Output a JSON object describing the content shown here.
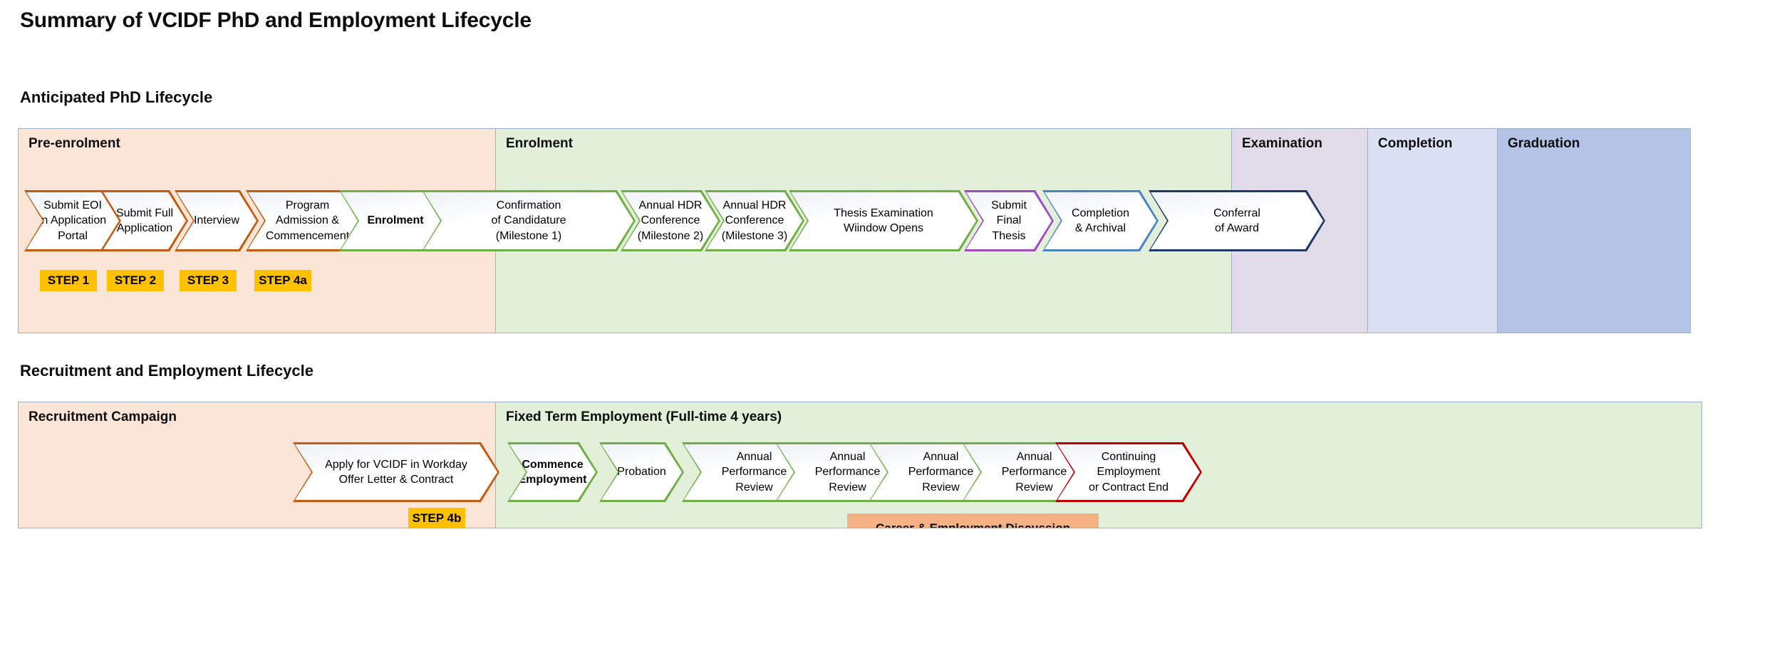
{
  "page": {
    "title": "Summary of VCIDF PhD and Employment Lifecycle"
  },
  "colors": {
    "preenrolment_band": "#fbe5d6",
    "enrolment_band": "#e2efd9",
    "examination_band": "#e2dcea",
    "completion_band": "#dbe1f3",
    "graduation_band": "#b4c4e7",
    "orange_chevron": "#c55a11",
    "green_chevron": "#70ad47",
    "purple_chevron": "#9e4bbe",
    "blue_chevron": "#4a82c4",
    "navy_chevron": "#1f3864",
    "red_chevron": "#c00000",
    "step_badge": "#ffc000",
    "callout": "#f4b183",
    "frame_border": "#9fb0c9"
  },
  "phd_lifecycle": {
    "heading": "Anticipated PhD Lifecycle",
    "bands": [
      {
        "label": "Pre-enrolment",
        "color_key": "preenrolment_band"
      },
      {
        "label": "Enrolment",
        "color_key": "enrolment_band"
      },
      {
        "label": "Examination",
        "color_key": "examination_band"
      },
      {
        "label": "Completion",
        "color_key": "completion_band"
      },
      {
        "label": "Graduation",
        "color_key": "graduation_band"
      }
    ],
    "steps": [
      {
        "lines": [
          "Submit EOI",
          "in Application",
          "Portal"
        ],
        "bold": false,
        "border": "orange_chevron"
      },
      {
        "lines": [
          "Submit Full",
          "Application"
        ],
        "bold": false,
        "border": "orange_chevron"
      },
      {
        "lines": [
          "Interview"
        ],
        "bold": false,
        "border": "orange_chevron"
      },
      {
        "lines": [
          "Program",
          "Admission &",
          "Commencement"
        ],
        "bold": false,
        "border": "orange_chevron"
      },
      {
        "lines": [
          "Enrolment"
        ],
        "bold": true,
        "border": "green_chevron"
      },
      {
        "lines": [
          "Confirmation",
          "of Candidature",
          "(Milestone 1)"
        ],
        "bold": false,
        "border": "green_chevron"
      },
      {
        "lines": [
          "Annual HDR",
          "Conference",
          "(Milestone 2)"
        ],
        "bold": false,
        "border": "green_chevron"
      },
      {
        "lines": [
          "Annual HDR",
          "Conference",
          "(Milestone 3)"
        ],
        "bold": false,
        "border": "green_chevron"
      },
      {
        "lines": [
          "Thesis Examination",
          "Wiindow Opens"
        ],
        "bold": false,
        "border": "green_chevron"
      },
      {
        "lines": [
          "Submit",
          "Final",
          "Thesis"
        ],
        "bold": false,
        "border": "purple_chevron"
      },
      {
        "lines": [
          "Completion",
          "& Archival"
        ],
        "bold": false,
        "border": "blue_chevron"
      },
      {
        "lines": [
          "Conferral",
          "of Award"
        ],
        "bold": false,
        "border": "navy_chevron"
      }
    ],
    "step_badges": [
      {
        "label": "STEP 1"
      },
      {
        "label": "STEP 2"
      },
      {
        "label": "STEP 3"
      },
      {
        "label": "STEP 4a"
      }
    ]
  },
  "employment_lifecycle": {
    "heading": "Recruitment and Employment Lifecycle",
    "bands": [
      {
        "label": "Recruitment Campaign",
        "color_key": "preenrolment_band"
      },
      {
        "label": "Fixed Term Employment (Full-time 4 years)",
        "color_key": "enrolment_band"
      }
    ],
    "steps": [
      {
        "lines": [
          "Apply for VCIDF in Workday",
          "Offer Letter & Contract"
        ],
        "bold": false,
        "border": "orange_chevron"
      },
      {
        "lines": [
          "Commence",
          "Employment"
        ],
        "bold": true,
        "border": "green_chevron"
      },
      {
        "lines": [
          "Probation"
        ],
        "bold": false,
        "border": "green_chevron"
      },
      {
        "lines": [
          "Annual",
          "Performance",
          "Review"
        ],
        "bold": false,
        "border": "green_chevron"
      },
      {
        "lines": [
          "Annual",
          "Performance",
          "Review"
        ],
        "bold": false,
        "border": "green_chevron"
      },
      {
        "lines": [
          "Annual",
          "Performance",
          "Review"
        ],
        "bold": false,
        "border": "green_chevron"
      },
      {
        "lines": [
          "Annual",
          "Performance",
          "Review"
        ],
        "bold": false,
        "border": "green_chevron"
      },
      {
        "lines": [
          "Continuing",
          "Employment",
          "or Contract End"
        ],
        "bold": false,
        "border": "red_chevron"
      }
    ],
    "step_badges": [
      {
        "label": "STEP 4b"
      }
    ],
    "callouts": [
      {
        "label": "Career & Employment  Discussion"
      }
    ]
  }
}
